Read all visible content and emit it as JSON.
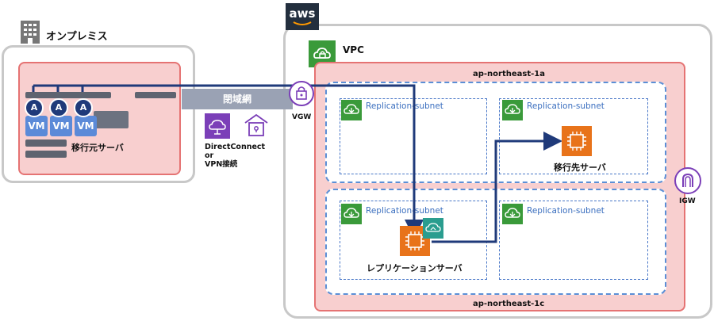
{
  "onprem": {
    "title": "オンプレミス",
    "source_server": "移行元サーバ",
    "vm_label": "VM",
    "agent_letter": "A"
  },
  "network": {
    "closed_network": "閉域網",
    "connection_line1": "DirectConnect",
    "connection_line2": "or",
    "connection_line3": "VPN接続",
    "vgw": "VGW",
    "igw": "IGW"
  },
  "aws": {
    "logo": "aws",
    "vpc": "VPC"
  },
  "az": {
    "a": "ap-northeast-1a",
    "c": "ap-northeast-1c"
  },
  "subnets": {
    "s1": "Replication-subnet",
    "s2": "Replication-subnet",
    "s3": "Replication-subnet",
    "s4": "Replication-subnet"
  },
  "servers": {
    "target": "移行先サーバ",
    "replication": "レプリケーションサーバ"
  },
  "colors": {
    "line": "#1f3a7a",
    "ec2": "#e8731a",
    "green": "#3a9a3a",
    "purple": "#7b3fb8"
  }
}
